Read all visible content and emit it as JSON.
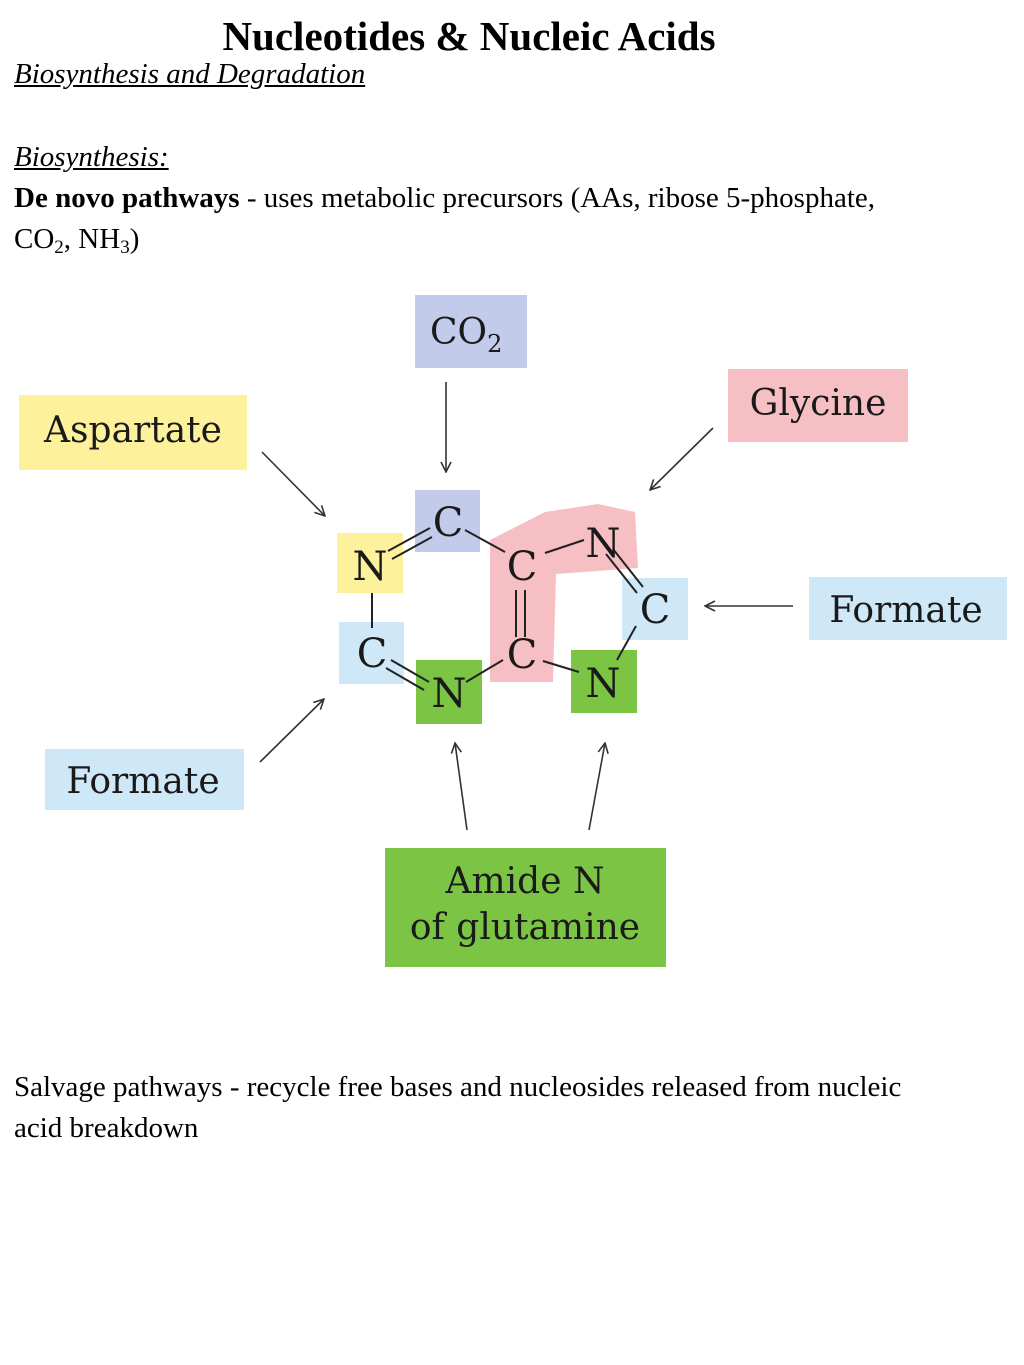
{
  "header": {
    "title": "Nucleotides & Nucleic Acids",
    "subtitle": "Biosynthesis and Degradation"
  },
  "biosynthesis": {
    "heading": "Biosynthesis:",
    "denovo_term": "De novo pathways",
    "denovo_text_1": " - uses metabolic precursors (AAs, ribose 5-phosphate, CO",
    "denovo_sub_1": "2",
    "denovo_text_2": ", NH",
    "denovo_sub_2": "3",
    "denovo_text_3": ")"
  },
  "diagram": {
    "sources": {
      "co2": "CO",
      "co2_sub": "2",
      "aspartate": "Aspartate",
      "glycine": "Glycine",
      "formate_right": "Formate",
      "formate_left": "Formate",
      "glutamine_line1": "Amide N",
      "glutamine_line2": "of glutamine"
    },
    "atoms": {
      "n1": "N",
      "c2": "C",
      "n3": "N",
      "c4": "C",
      "c5": "C",
      "c6": "C",
      "n7": "N",
      "c8": "C",
      "n9": "N"
    },
    "colors": {
      "co2": "#c3cbea",
      "aspartate": "#fdf19b",
      "glycine": "#f6bfc4",
      "formate": "#cfe8f7",
      "glutamine": "#7cc443",
      "arrow": "#333333"
    }
  },
  "salvage": {
    "text": "Salvage pathways - recycle free bases and nucleosides released from nucleic acid breakdown"
  }
}
